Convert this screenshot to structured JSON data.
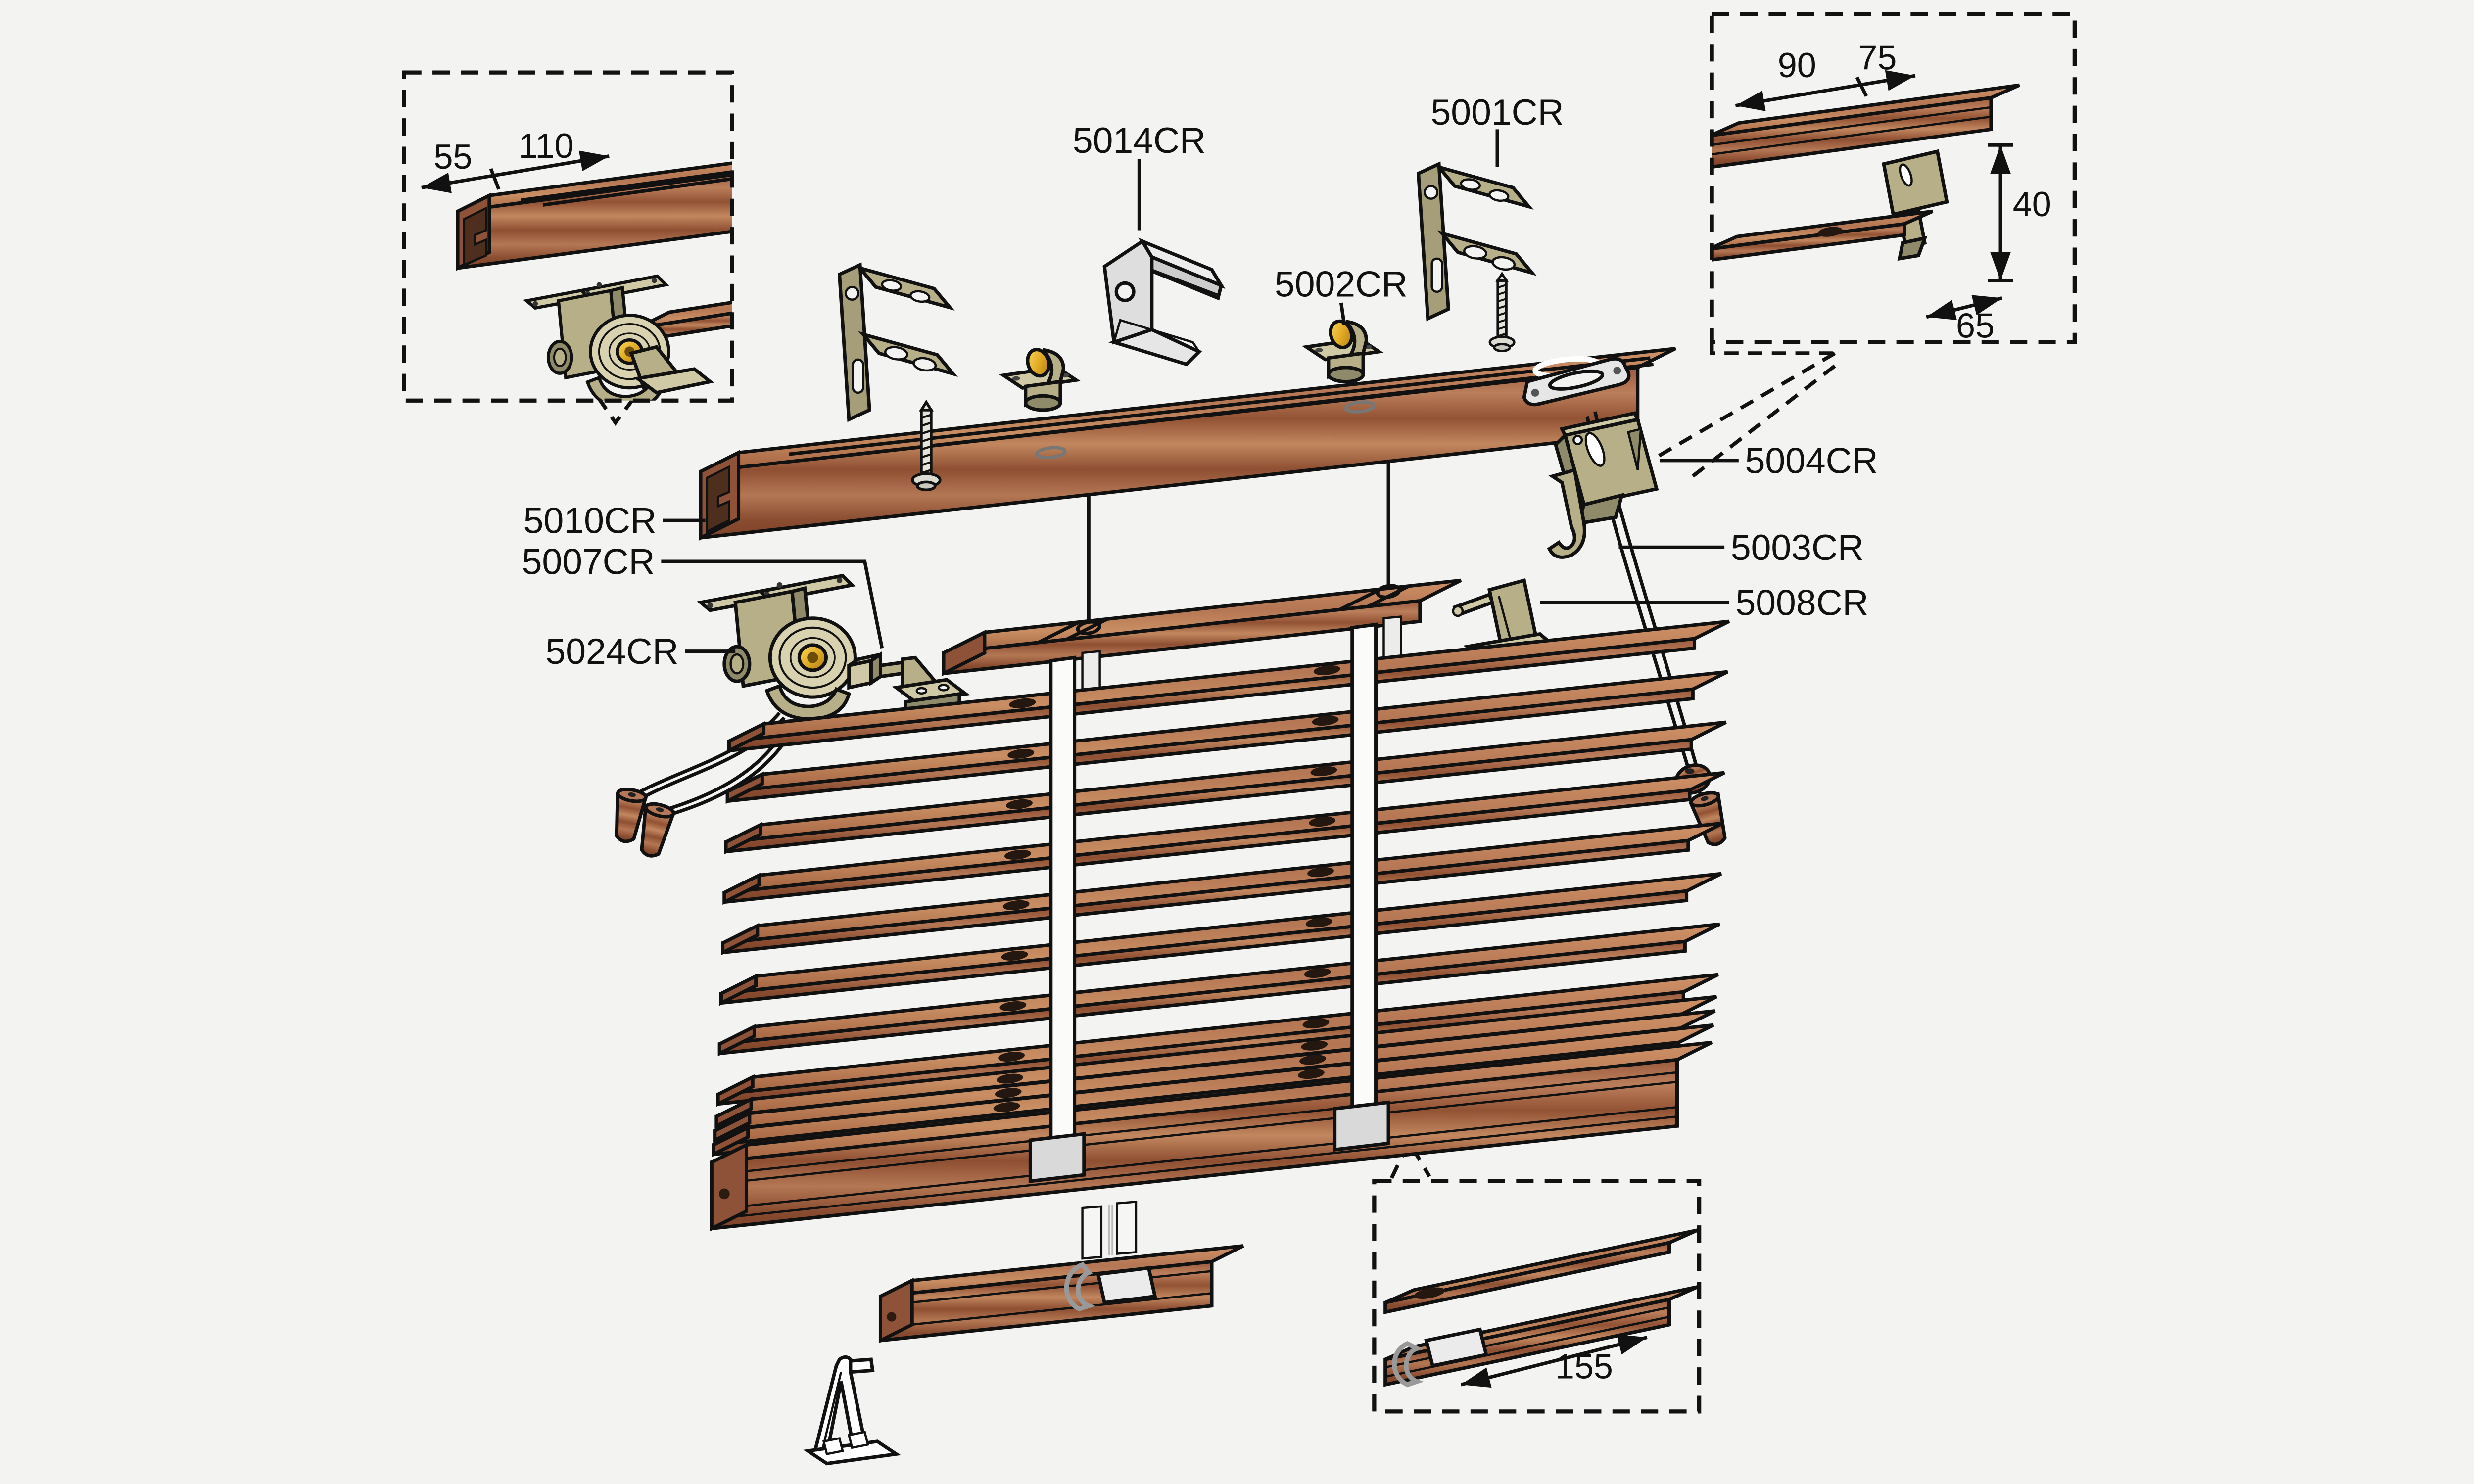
{
  "diagram": {
    "type": "exploded-parts-diagram",
    "subject": "wooden venetian blind assembly",
    "labels": {
      "p5014": "5014CR",
      "p5001": "5001CR",
      "p5002": "5002CR",
      "p5010": "5010CR",
      "p5007": "5007CR",
      "p5024": "5024CR",
      "p5004": "5004CR",
      "p5003": "5003CR",
      "p5008": "5008CR"
    },
    "dims": {
      "tl_55": "55",
      "tl_110": "110",
      "tr_90": "90",
      "tr_75": "75",
      "tr_40": "40",
      "tr_65": "65",
      "br_155": "155"
    },
    "colors": {
      "background": "#f3f3f2",
      "wood_front": "#9a5b3d",
      "wood_top": "#b47653",
      "hardware_khaki": "#b6af88",
      "hardware_light": "#cfc9a6",
      "hardware_dark": "#8f8a6a",
      "brass": "#e3ac25",
      "metal_gray": "#e2e2e2",
      "line": "#111111"
    }
  }
}
